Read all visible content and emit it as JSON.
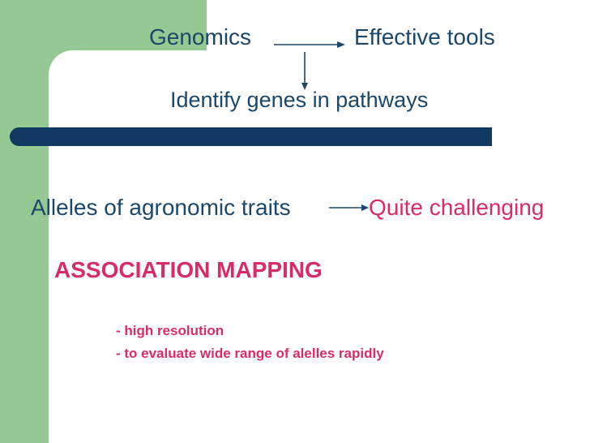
{
  "slide": {
    "flow": {
      "source": "Genomics",
      "result": "Effective tools",
      "outcome": "Identify genes in pathways"
    },
    "challenge_line": {
      "left_text": "Alleles of agronomic traits",
      "right_text": "Quite challenging"
    },
    "heading": "ASSOCIATION MAPPING",
    "bullets": [
      "- high resolution",
      "- to evaluate wide range of alelles rapidly"
    ],
    "colors": {
      "green": "#95c893",
      "navy_bar": "#103a62",
      "navy_text": "#1c4769",
      "pink": "#d92b68",
      "background": "#ffffff"
    }
  }
}
